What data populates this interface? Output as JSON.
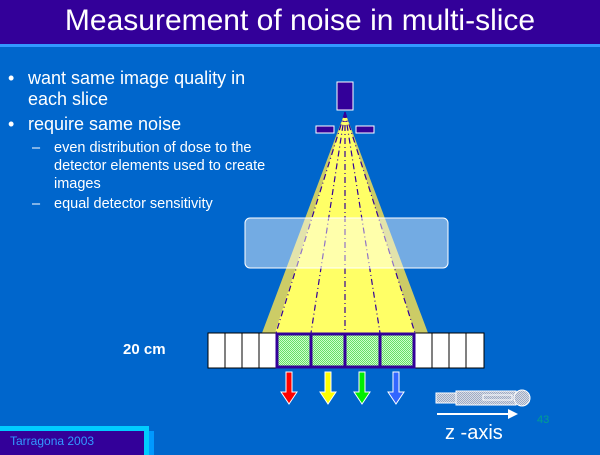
{
  "title": "Measurement of noise in multi-slice",
  "bullets": [
    {
      "text": "want same image quality in each slice"
    },
    {
      "text": "require same noise",
      "sub": [
        "even distribution of dose to the detector elements used to create images",
        "equal detector sensitivity"
      ]
    }
  ],
  "diagram": {
    "width_label": "20 cm",
    "axis_label": "z -axis",
    "arrow_colors": [
      "#ff0000",
      "#ffff00",
      "#00ee00",
      "#3366ff"
    ]
  },
  "page_number": "43",
  "footer": "Tarragona 2003"
}
